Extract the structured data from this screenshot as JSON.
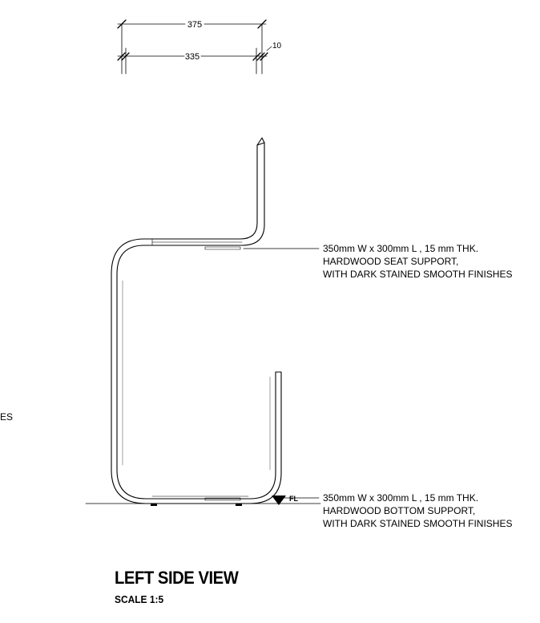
{
  "dimensions": {
    "overall": "375",
    "inner": "335",
    "offset": "10"
  },
  "floor_level_label": "FL",
  "annotations": {
    "seat": {
      "line1": "350mm W x 300mm L , 15 mm THK.",
      "line2": "HARDWOOD SEAT SUPPORT,",
      "line3": "WITH DARK STAINED SMOOTH FINISHES"
    },
    "bottom": {
      "line1": "350mm W x 300mm L , 15 mm THK.",
      "line2": "HARDWOOD BOTTOM SUPPORT,",
      "line3": "WITH DARK STAINED SMOOTH FINISHES"
    }
  },
  "cropped_side_text": "ES",
  "view": {
    "title": "LEFT SIDE VIEW",
    "scale": "SCALE 1:5"
  }
}
